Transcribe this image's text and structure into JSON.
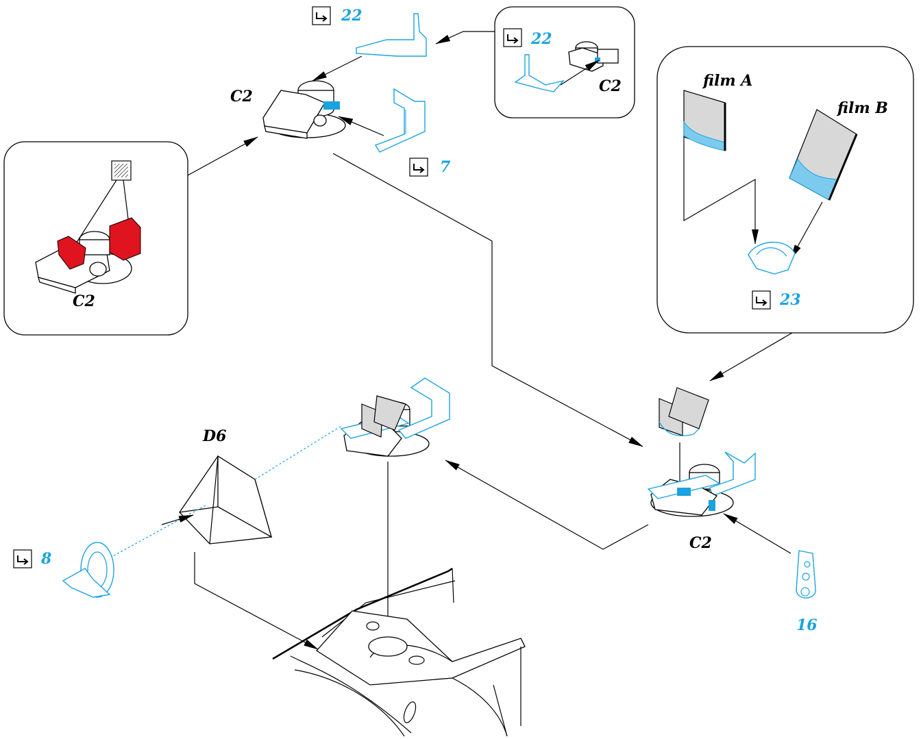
{
  "labels": {
    "c2_top": "C2",
    "c2_left_panel": "C2",
    "c2_inset": "C2",
    "c2_right": "C2",
    "d6": "D6",
    "film_a": "film A",
    "film_b": "film B"
  },
  "part_numbers": {
    "pe_22_top": "22",
    "pe_22_inset": "22",
    "pe_7": "7",
    "pe_23": "23",
    "pe_8": "8",
    "pe_16": "16"
  },
  "colors": {
    "photo_etch": "#1aa3e0",
    "photo_etch_fill": "#bfe5f7",
    "paint_highlight": "#e0141e",
    "film_gray": "#d8d8d8"
  },
  "icons": {
    "pe_marker": "bent-arrow-icon",
    "paint_marker": "hatched-brush-icon"
  }
}
